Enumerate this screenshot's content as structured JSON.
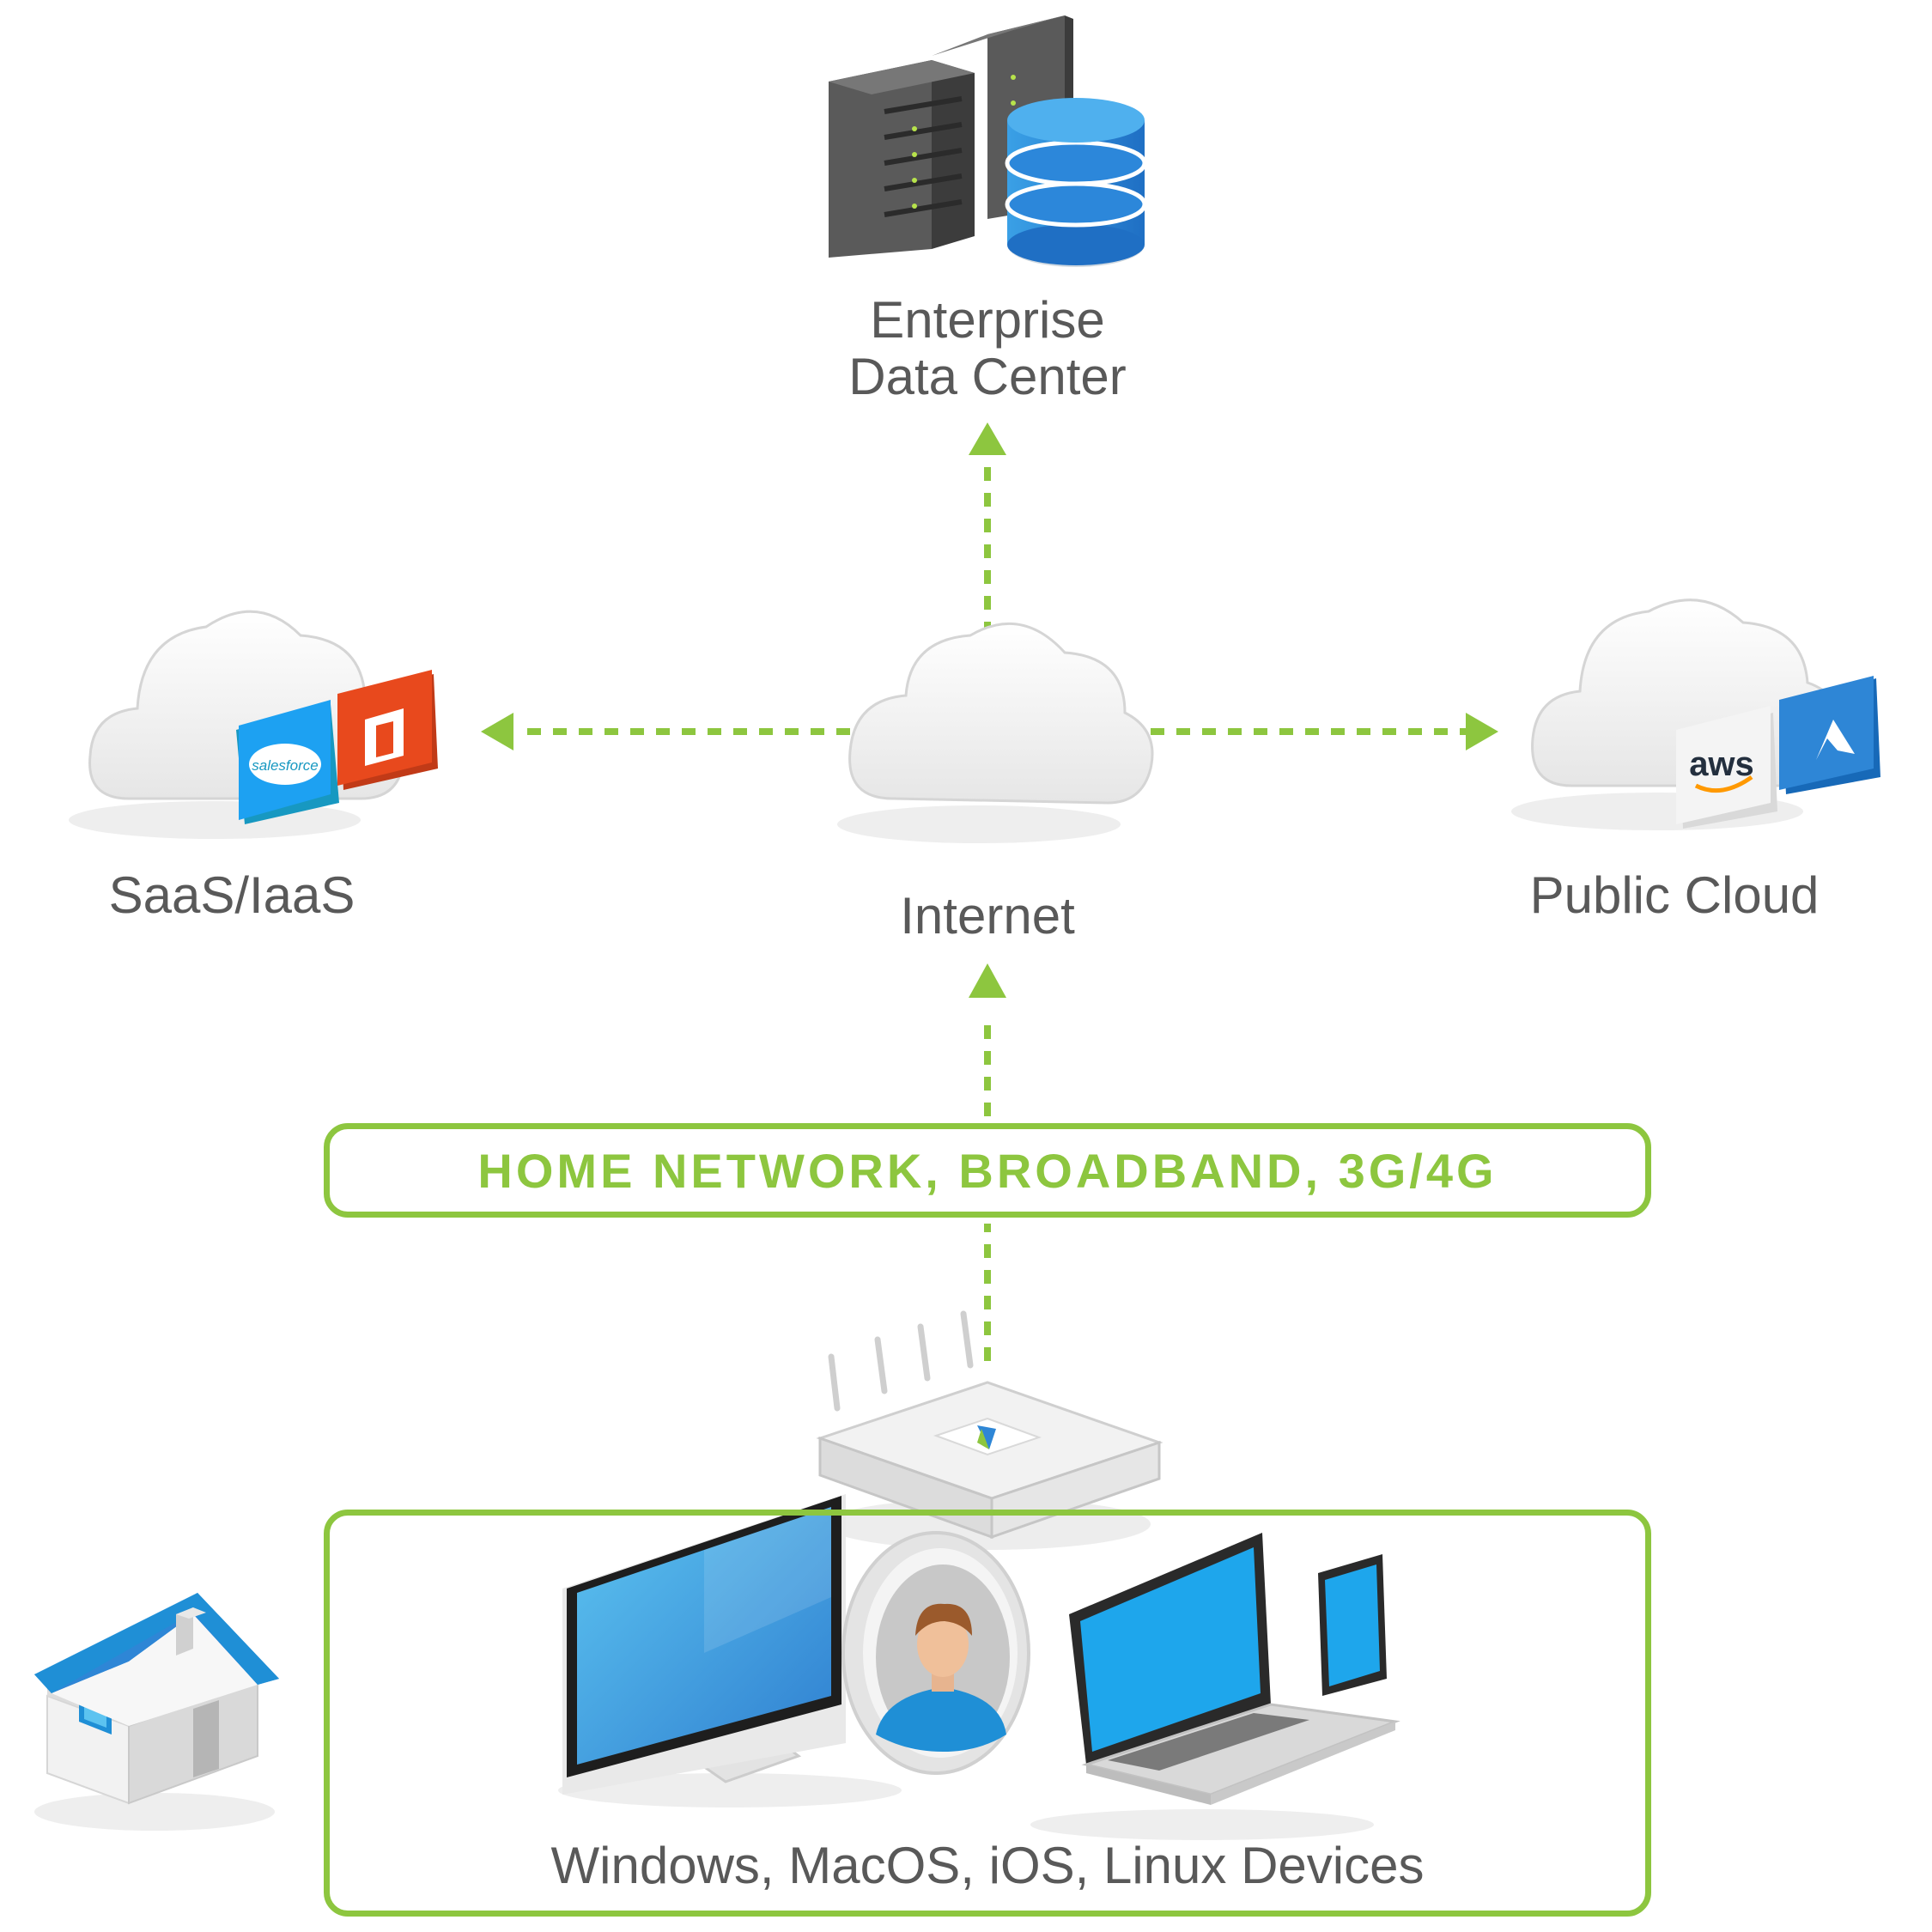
{
  "nodes": {
    "data_center": {
      "line1": "Enterprise",
      "line2": "Data Center"
    },
    "saas": {
      "label": "SaaS/IaaS"
    },
    "internet": {
      "label": "Internet"
    },
    "public_cloud": {
      "label": "Public Cloud"
    },
    "devices": {
      "label": "Windows, MacOS, iOS, Linux Devices"
    }
  },
  "network_box": {
    "label": "HOME NETWORK, BROADBAND, 3G/4G"
  },
  "logos": {
    "salesforce": "salesforce",
    "aws": "aws"
  },
  "colors": {
    "accent": "#8dc63f",
    "blue": "#2e86d6",
    "text": "#595959",
    "office": "#e8491d"
  },
  "icons": [
    "server-rack-icon",
    "database-icon",
    "cloud-icon",
    "salesforce-icon",
    "office-icon",
    "aws-icon",
    "azure-icon",
    "router-icon",
    "monitor-icon",
    "user-avatar-icon",
    "laptop-icon",
    "phone-icon",
    "house-icon"
  ]
}
